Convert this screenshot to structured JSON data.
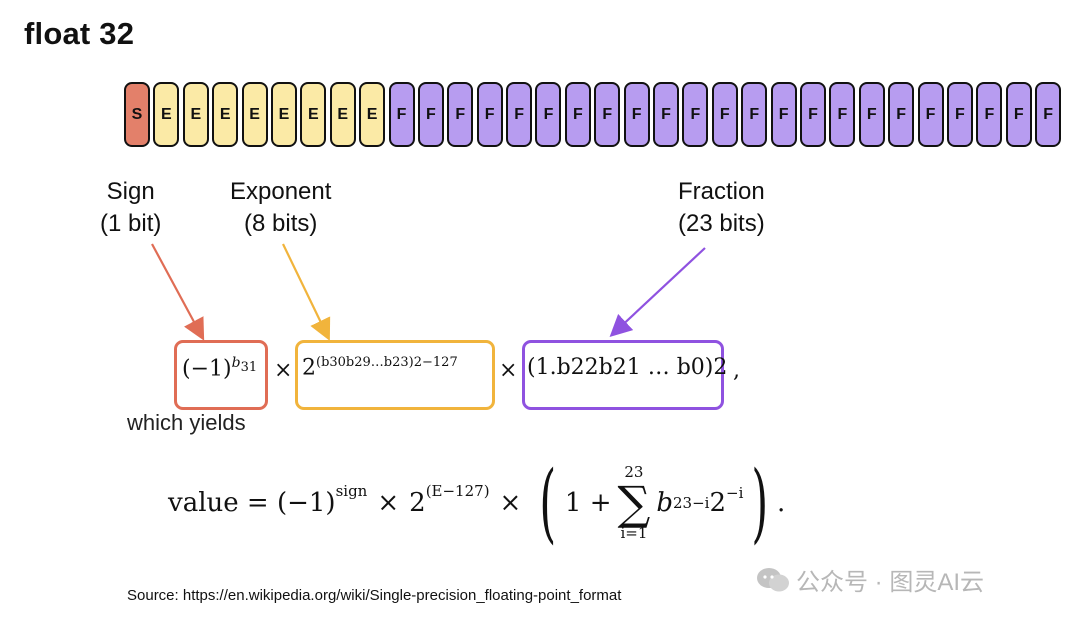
{
  "title": "float 32",
  "bits": [
    "S",
    "E",
    "E",
    "E",
    "E",
    "E",
    "E",
    "E",
    "E",
    "F",
    "F",
    "F",
    "F",
    "F",
    "F",
    "F",
    "F",
    "F",
    "F",
    "F",
    "F",
    "F",
    "F",
    "F",
    "F",
    "F",
    "F",
    "F",
    "F",
    "F",
    "F",
    "F"
  ],
  "labels": {
    "sign": [
      "Sign",
      "(1 bit)"
    ],
    "exponent": [
      "Exponent",
      "(8 bits)"
    ],
    "fraction": [
      "Fraction",
      "(23 bits)"
    ]
  },
  "colors": {
    "sign": "#e3806a",
    "exponent": "#fbeaa6",
    "fraction": "#b79cf0"
  },
  "expression": {
    "sign_term": "(−1)",
    "sign_sup": "b",
    "sign_sup_sub": "31",
    "times": "×",
    "exp_base": "2",
    "exp_sup": "(b30b29…b23)2−127",
    "fraction_term": "(1.b22b21 … b0)2",
    "trailing": ","
  },
  "which_yields": "which yields",
  "formula": {
    "lhs": "value = (−1)",
    "sign_sup": "sign",
    "times": "×",
    "two": "2",
    "exp_sup": "(E−127)",
    "one_plus": "1 +",
    "sum_top": "23",
    "sum_bottom": "i=1",
    "term": "b",
    "term_sub": "23−i",
    "two_pow": "2",
    "two_pow_sup": "−i",
    "end": "."
  },
  "source": "Source: https://en.wikipedia.org/wiki/Single-precision_floating-point_format",
  "watermark": "公众号 · 图灵AI云"
}
